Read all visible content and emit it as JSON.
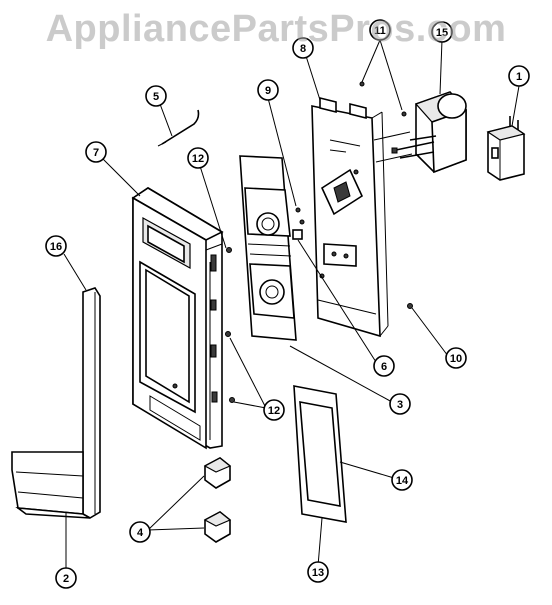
{
  "watermark": "AppliancePartsPros.com",
  "callouts": [
    {
      "id": "1",
      "label": "1"
    },
    {
      "id": "2",
      "label": "2"
    },
    {
      "id": "3",
      "label": "3"
    },
    {
      "id": "4",
      "label": "4"
    },
    {
      "id": "5",
      "label": "5"
    },
    {
      "id": "6",
      "label": "6"
    },
    {
      "id": "7",
      "label": "7"
    },
    {
      "id": "8",
      "label": "8"
    },
    {
      "id": "9",
      "label": "9"
    },
    {
      "id": "10",
      "label": "10"
    },
    {
      "id": "11",
      "label": "11"
    },
    {
      "id": "12a",
      "label": "12"
    },
    {
      "id": "12b",
      "label": "12"
    },
    {
      "id": "13",
      "label": "13"
    },
    {
      "id": "14",
      "label": "14"
    },
    {
      "id": "15",
      "label": "15"
    },
    {
      "id": "16",
      "label": "16"
    }
  ]
}
